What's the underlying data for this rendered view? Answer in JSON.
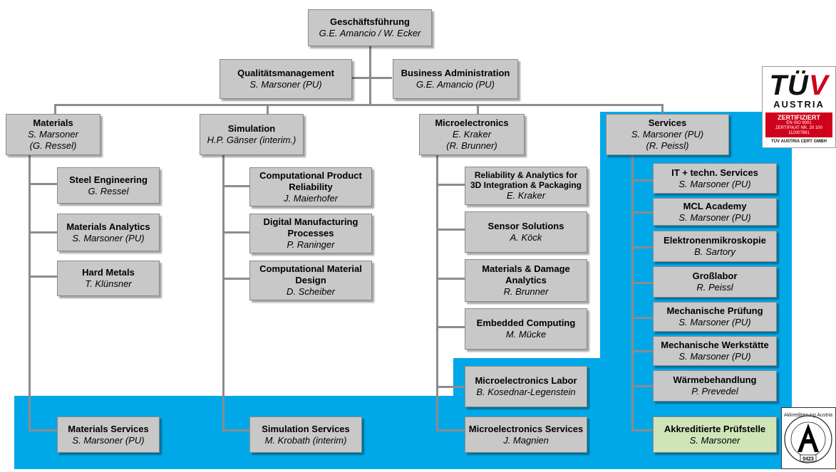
{
  "colors": {
    "highlight": "#00a8e8",
    "box": "#c8c8c8",
    "accredited": "#cfe5b8",
    "tuv_red": "#d0021b"
  },
  "top": {
    "title": "Geschäftsführung",
    "name": "G.E. Amancio / W. Ecker"
  },
  "staff_left": {
    "title": "Qualitätsmanagement",
    "name": "S. Marsoner (PU)"
  },
  "staff_right": {
    "title": "Business Administration",
    "name": "G.E. Amancio (PU)"
  },
  "materials": {
    "title": "Materials",
    "name": "S. Marsoner",
    "name2": "(G. Ressel)",
    "units": [
      {
        "title": "Steel Engineering",
        "name": "G. Ressel"
      },
      {
        "title": "Materials Analytics",
        "name": "S. Marsoner (PU)"
      },
      {
        "title": "Hard Metals",
        "name": "T. Klünsner"
      }
    ],
    "services": {
      "title": "Materials Services",
      "name": "S. Marsoner (PU)"
    }
  },
  "simulation": {
    "title": "Simulation",
    "name": "H.P. Gänser (interim.)",
    "units": [
      {
        "title": "Computational Product Reliability",
        "name": "J. Maierhofer"
      },
      {
        "title": "Digital Manufacturing Processes",
        "name": "P. Raninger"
      },
      {
        "title": "Computational Material Design",
        "name": "D. Scheiber"
      }
    ],
    "services": {
      "title": "Simulation Services",
      "name": "M. Krobath (interim)"
    }
  },
  "microelectronics": {
    "title": "Microelectronics",
    "name": "E. Kraker",
    "name2": "(R. Brunner)",
    "units": [
      {
        "title": "Reliability & Analytics for 3D Integration & Packaging",
        "name": "E. Kraker"
      },
      {
        "title": "Sensor Solutions",
        "name": "A. Köck"
      },
      {
        "title": "Materials & Damage Analytics",
        "name": "R. Brunner"
      },
      {
        "title": "Embedded Computing",
        "name": "M. Mücke"
      }
    ],
    "labor": {
      "title": "Microelectronics Labor",
      "name": "B. Kosednar-Legenstein"
    },
    "services": {
      "title": "Microelectronics Services",
      "name": "J. Magnien"
    }
  },
  "services": {
    "title": "Services",
    "name": "S. Marsoner (PU)",
    "name2": "(R. Peissl)",
    "units": [
      {
        "title": "IT + techn. Services",
        "name": "S. Marsoner (PU)"
      },
      {
        "title": "MCL Academy",
        "name": "S. Marsoner (PU)"
      },
      {
        "title": "Elektronenmikroskopie",
        "name": "B. Sartory"
      },
      {
        "title": "Großlabor",
        "name": "R. Peissl"
      },
      {
        "title": "Mechanische Prüfung",
        "name": "S. Marsoner (PU)"
      },
      {
        "title": "Mechanische Werkstätte",
        "name": "S. Marsoner (PU)"
      },
      {
        "title": "Wärmebehandlung",
        "name": "P. Prevedel"
      }
    ],
    "accredited": {
      "title": "Akkreditierte Prüfstelle",
      "name": "S. Marsoner"
    }
  },
  "tuv_badge": {
    "brand": "TÜV",
    "country": "AUSTRIA",
    "status": "ZERTIFIZIERT",
    "norm": "EN ISO 9001",
    "cert_no": "ZERTIFIKAT NR. 20 100 112007891",
    "footer": "TÜV AUSTRIA CERT GMBH"
  },
  "accreditation_badge": {
    "arc_text": "Akkreditierung Austria",
    "letter": "A",
    "number": "0423"
  }
}
